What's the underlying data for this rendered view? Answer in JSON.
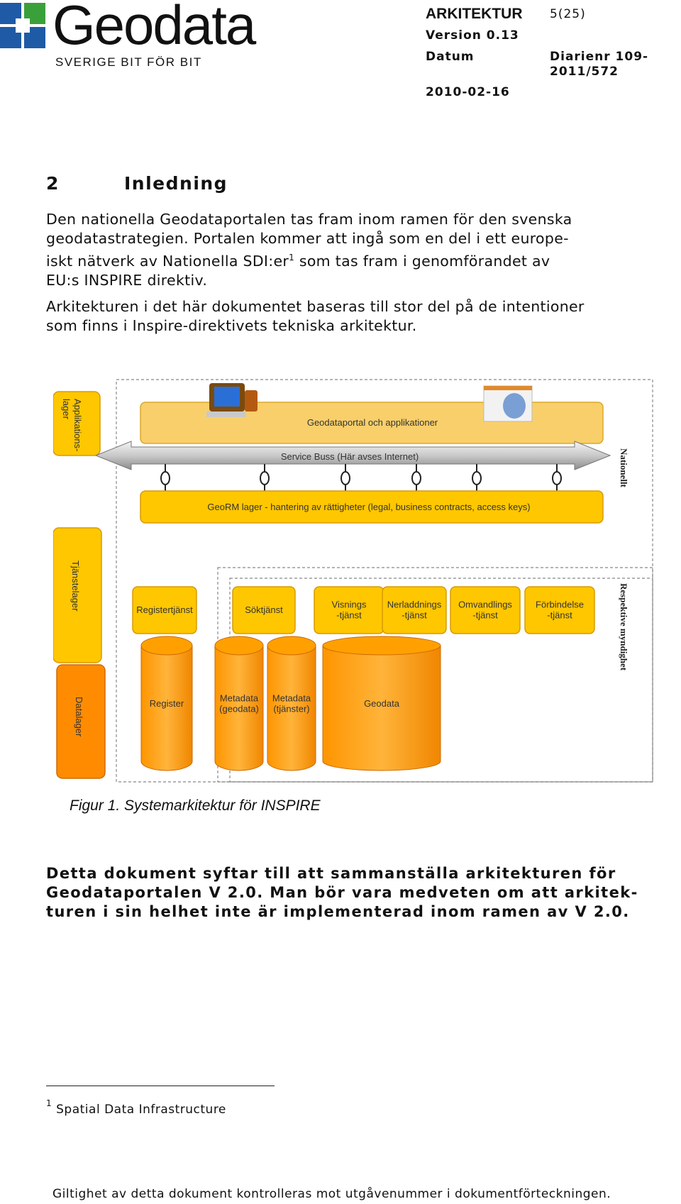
{
  "header": {
    "logo": {
      "name": "Geodata",
      "tagline": "SVERIGE BIT FÖR BIT"
    },
    "doc_type": "ARKITEKTUR",
    "page": "5(25)",
    "version": "Version 0.13",
    "datum_label": "Datum",
    "diarienr_line1": "Diarienr 109-",
    "diarienr_line2": "2011/572",
    "date": "2010-02-16"
  },
  "section": {
    "number": "2",
    "title": "Inledning"
  },
  "intro": {
    "line1": "Den nationella Geodataportalen tas fram inom ramen för den svenska",
    "line2": "geodatastrategien. Portalen kommer att ingå som en del i ett europe-",
    "line3a": "iskt nätverk av Nationella SDI:er",
    "footnote_ref": "1",
    "line3b": " som tas fram i genomförandet av",
    "line4": "EU:s INSPIRE direktiv."
  },
  "arch_para": {
    "line1": "Arkitekturen i det här dokumentet baseras till stor del på de intentioner",
    "line2": "som finns i Inspire-direktivets tekniska arkitektur."
  },
  "figure": {
    "layer_app": "Applikations-\nlager",
    "layer_service": "Tjänstelager",
    "layer_data": "Datalager",
    "side_national": "Nationellt",
    "side_authority": "Respektive myndighet",
    "portal": "Geodataportal och applikationer",
    "bus": "Service Buss (Här avses Internet)",
    "georm": "GeoRM lager - hantering av rättigheter (legal, business contracts, access keys)",
    "services": [
      "Registertjänst",
      "Söktjänst",
      "Visnings\n-tjänst",
      "Nerladdnings\n-tjänst",
      "Omvandlings\n-tjänst",
      "Förbindelse\n-tjänst"
    ],
    "stores": [
      "Register",
      "Metadata\n(geodata)",
      "Metadata\n(tjänster)",
      "Geodata"
    ],
    "colors": {
      "yellow": "#ffc700",
      "pale": "#f8cf6a",
      "orange": "#ffa000",
      "deep_orange": "#ff8c00",
      "bus_gray": "#c8c8c8"
    }
  },
  "caption": "Figur 1. Systemarkitektur för INSPIRE",
  "bold_para": {
    "line1": "Detta dokument syftar till att sammanställa arkitekturen för",
    "line2": "Geodataportalen V 2.0. Man bör vara medveten om att arkitek-",
    "line3": "turen i sin helhet inte är implementerad inom ramen av V 2.0."
  },
  "footnote": {
    "number": "1",
    "text": "Spatial Data Infrastructure"
  },
  "footer": "Giltighet av detta dokument kontrolleras mot utgåvenummer i dokumentförteckningen."
}
